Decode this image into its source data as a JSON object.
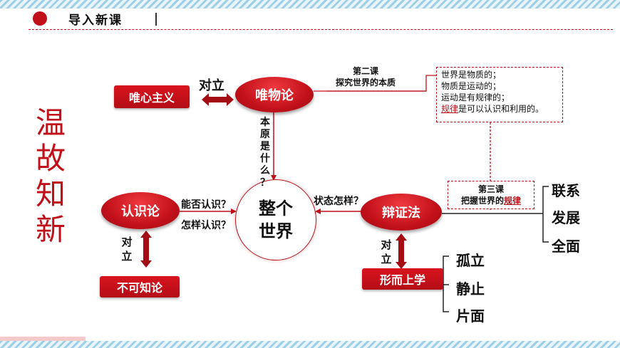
{
  "header": {
    "title": "导入新课"
  },
  "side_title": [
    "温",
    "故",
    "知",
    "新"
  ],
  "nodes": {
    "materialism": "唯物论",
    "idealism": "唯心主义",
    "epistemology": "认识论",
    "agnosticism": "不可知论",
    "dialectics": "辩证法",
    "metaphysics": "形而上学",
    "world_line1": "整个",
    "world_line2": "世界"
  },
  "labels": {
    "opposition": "对立",
    "opposition_v1": [
      "对",
      "立"
    ],
    "opposition_v2": [
      "对",
      "立"
    ],
    "origin_question": [
      "本",
      "原",
      "是",
      "什",
      "么",
      "？"
    ],
    "can_know": "能否认识？",
    "how_know": "怎样认识？",
    "state_question": "状态怎样？"
  },
  "lesson2": {
    "line1": "第二课",
    "line2": "探究世界的本质"
  },
  "lesson3": {
    "line1": "第三课",
    "line2_prefix": "把握世界的",
    "line2_highlight": "规律"
  },
  "notes": {
    "l1": "世界是物质的；",
    "l2": "物质是运动的；",
    "l3": "运动是有规律的；",
    "l4_highlight": "规律",
    "l4_rest": "是可以认识和利用的。"
  },
  "dialectics_traits": [
    "联系",
    "发展",
    "全面"
  ],
  "metaphysics_traits": [
    "孤立",
    "静止",
    "片面"
  ],
  "colors": {
    "accent": "#c0101a",
    "stripe": "#9fd0e8"
  }
}
